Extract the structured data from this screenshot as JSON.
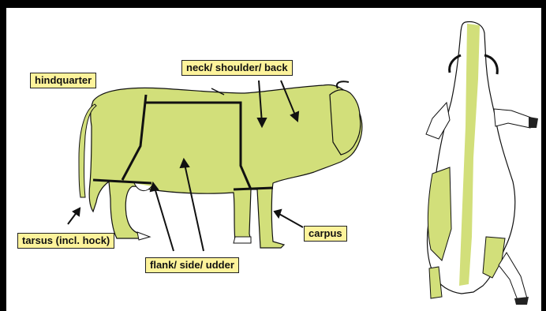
{
  "labels": {
    "hindquarter": "hindquarter",
    "neck_shoulder_back": "neck/ shoulder/ back",
    "tarsus": "tarsus (incl. hock)",
    "flank": "flank/ side/ udder",
    "carpus": "carpus"
  },
  "colors": {
    "highlight": "#d2df7a",
    "label_fill": "#fdf39b",
    "outline": "#111111",
    "border": "#000000"
  }
}
